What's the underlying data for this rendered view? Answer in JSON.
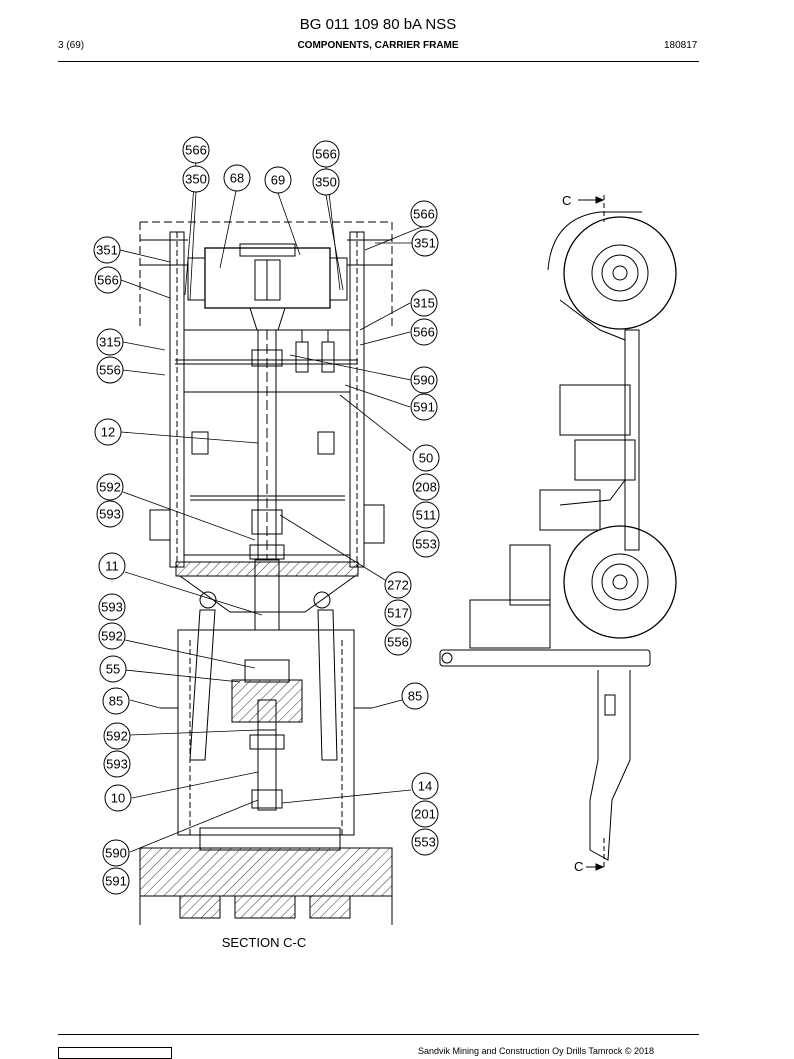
{
  "header": {
    "title": "BG 011 109 80 bA NSS",
    "page": "3 (69)",
    "section_title": "COMPONENTS, CARRIER FRAME",
    "doc_number": "180817"
  },
  "drawing": {
    "section_label": "SECTION C-C",
    "cut_label_top": "C",
    "cut_label_bottom": "C",
    "callouts": [
      {
        "id": "566-a",
        "label": "566"
      },
      {
        "id": "566-b",
        "label": "566"
      },
      {
        "id": "350-a",
        "label": "350"
      },
      {
        "id": "68",
        "label": "68"
      },
      {
        "id": "69",
        "label": "69"
      },
      {
        "id": "350-b",
        "label": "350"
      },
      {
        "id": "566-c",
        "label": "566"
      },
      {
        "id": "351-a",
        "label": "351"
      },
      {
        "id": "351-b",
        "label": "351"
      },
      {
        "id": "566-d",
        "label": "566"
      },
      {
        "id": "315-a",
        "label": "315"
      },
      {
        "id": "566-e",
        "label": "566"
      },
      {
        "id": "315-b",
        "label": "315"
      },
      {
        "id": "556-a",
        "label": "556"
      },
      {
        "id": "590-a",
        "label": "590"
      },
      {
        "id": "591-a",
        "label": "591"
      },
      {
        "id": "12",
        "label": "12"
      },
      {
        "id": "50",
        "label": "50"
      },
      {
        "id": "592-a",
        "label": "592"
      },
      {
        "id": "208",
        "label": "208"
      },
      {
        "id": "593-a",
        "label": "593"
      },
      {
        "id": "511",
        "label": "511"
      },
      {
        "id": "553-a",
        "label": "553"
      },
      {
        "id": "11",
        "label": "11"
      },
      {
        "id": "272",
        "label": "272"
      },
      {
        "id": "593-b",
        "label": "593"
      },
      {
        "id": "517",
        "label": "517"
      },
      {
        "id": "592-b",
        "label": "592"
      },
      {
        "id": "556-b",
        "label": "556"
      },
      {
        "id": "55",
        "label": "55"
      },
      {
        "id": "85-a",
        "label": "85"
      },
      {
        "id": "85-b",
        "label": "85"
      },
      {
        "id": "592-c",
        "label": "592"
      },
      {
        "id": "593-c",
        "label": "593"
      },
      {
        "id": "14",
        "label": "14"
      },
      {
        "id": "10",
        "label": "10"
      },
      {
        "id": "201",
        "label": "201"
      },
      {
        "id": "553-b",
        "label": "553"
      },
      {
        "id": "590-b",
        "label": "590"
      },
      {
        "id": "591-b",
        "label": "591"
      }
    ]
  },
  "footer": {
    "copyright": "Sandvik Mining and Construction Oy Drills Tamrock © 2018"
  }
}
